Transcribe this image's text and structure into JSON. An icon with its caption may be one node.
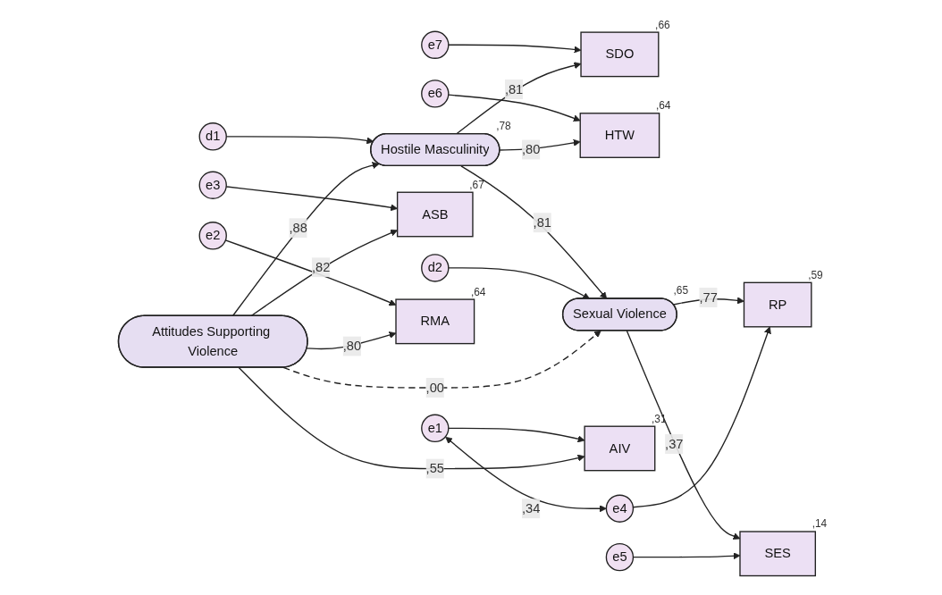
{
  "diagram": {
    "nodes": [
      {
        "text": [
          "e7"
        ]
      },
      {
        "text": [
          "SDO"
        ],
        "beside": [
          ",66"
        ]
      },
      {
        "text": [
          "d1"
        ]
      },
      {
        "text": [
          "Hostile Masculinity"
        ],
        "beside": [
          ",78"
        ]
      },
      {
        "text": [
          "e6"
        ]
      },
      {
        "text": [
          "HTW"
        ],
        "beside": [
          ",64"
        ]
      },
      {
        "text": [
          "e3"
        ]
      },
      {
        "text": [
          "ASB"
        ],
        "beside": [
          ",67"
        ]
      },
      {
        "text": [
          "d2"
        ]
      },
      {
        "text": [
          "e2"
        ]
      },
      {
        "text": [
          "RMA"
        ],
        "beside": [
          ",64"
        ]
      },
      {
        "text": [
          "Attitudes Supporting Violence"
        ]
      },
      {
        "text": [
          "Sexual Violence"
        ],
        "beside": [
          ",65"
        ]
      },
      {
        "text": [
          "e1"
        ]
      },
      {
        "text": [
          "AIV"
        ],
        "beside": [
          ",31"
        ]
      },
      {
        "text": [
          "RP"
        ],
        "beside": [
          ",59"
        ]
      },
      {
        "text": [
          "SES"
        ],
        "beside": [
          ",14"
        ]
      },
      {
        "text": [
          "e4"
        ]
      },
      {
        "text": [
          "e5"
        ]
      }
    ],
    "edges": [
      {
        "from": 0,
        "to": 1,
        "arrow": "to"
      },
      {
        "from": 3,
        "to": 1,
        "arrow": "to",
        "label": ",81"
      },
      {
        "from": 2,
        "to": 3,
        "arrow": "to"
      },
      {
        "from": 4,
        "to": 5,
        "arrow": "to"
      },
      {
        "from": 3,
        "to": 5,
        "arrow": "to",
        "label": ",80"
      },
      {
        "from": 11,
        "to": 3,
        "arrow": "to",
        "label": ",88"
      },
      {
        "from": 3,
        "to": 12,
        "arrow": "to",
        "label": ",81"
      },
      {
        "from": 6,
        "to": 7,
        "arrow": "to"
      },
      {
        "from": 11,
        "to": 7,
        "arrow": "to",
        "label": ",82"
      },
      {
        "from": 8,
        "to": 12,
        "arrow": "to"
      },
      {
        "from": 9,
        "to": 10,
        "arrow": "to"
      },
      {
        "from": 11,
        "to": 10,
        "arrow": "to",
        "label": ",80"
      },
      {
        "from": 11,
        "to": 12,
        "arrow": "to",
        "label": ",00",
        "style": "dashed"
      },
      {
        "from": 13,
        "to": 14,
        "arrow": "to"
      },
      {
        "from": 11,
        "to": 14,
        "arrow": "to",
        "label": ",55"
      },
      {
        "from": 12,
        "to": 15,
        "arrow": "to",
        "label": ",77"
      },
      {
        "from": 12,
        "to": 16,
        "arrow": "to",
        "label": ",37"
      },
      {
        "from": 17,
        "to": 15,
        "arrow": "to"
      },
      {
        "from": 18,
        "to": 16,
        "arrow": "to"
      },
      {
        "from": 13,
        "to": 17,
        "arrow": "both",
        "label": ",34"
      }
    ]
  }
}
